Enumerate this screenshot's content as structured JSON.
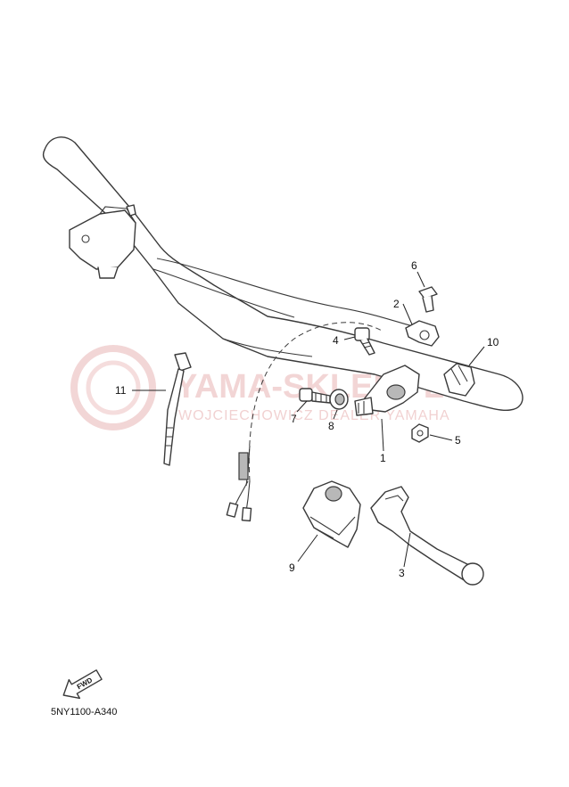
{
  "watermark": {
    "title": "YAMA-SKLEP.PL",
    "subtitle": "WOJCIECHOWICZ DEALER YAMAHA"
  },
  "callouts": [
    "1",
    "2",
    "3",
    "4",
    "5",
    "6",
    "7",
    "8",
    "9",
    "10",
    "11"
  ],
  "fwd_label": "FWD",
  "diagram_code": "5NY1100-A340",
  "colors": {
    "line": "#3a3a3a",
    "watermark": "#e8b4b4"
  }
}
